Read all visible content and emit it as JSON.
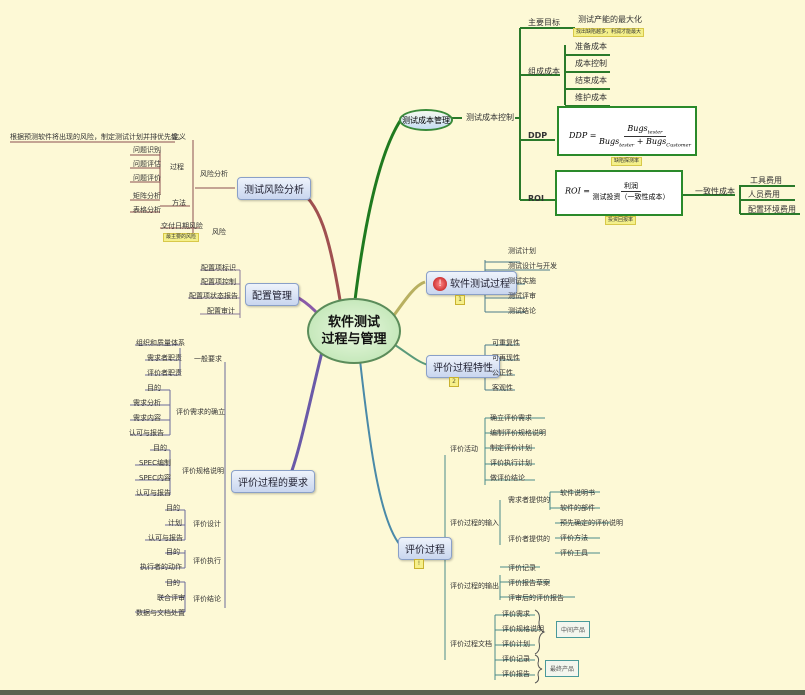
{
  "center": {
    "line1": "软件测试",
    "line2": "过程与管理"
  },
  "cost": {
    "title": "测试成本管理",
    "control": "测试成本控制",
    "goal_label": "主要目标",
    "goal_value": "测试产能的最大化",
    "goal_tag": "找出缺陷越多，利润才能最大",
    "composition_label": "组成成本",
    "composition_items": [
      "准备成本",
      "成本控制",
      "结束成本",
      "维护成本"
    ],
    "ddp_label": "DDP",
    "ddp_formula": {
      "lhs": "DDP =",
      "num": "Bugs",
      "num_sub": "tester",
      "den1": "Bugs",
      "den1_sub": "tester",
      "den2": "Bugs",
      "den2_sub": "Customer"
    },
    "ddp_tag": "缺陷探测率",
    "roi_label": "ROI",
    "roi_formula": {
      "lhs": "ROI =",
      "num": "利润",
      "den": "测试投资（一致性成本）"
    },
    "roi_tag": "投资回报率",
    "consistency_label": "一致性成本",
    "consistency_items": [
      "工具费用",
      "人员费用",
      "配置环境费用"
    ]
  },
  "risk": {
    "title": "测试风险分析",
    "analysis_label": "风险分析",
    "definition_text": "根据预测软件将出现的风险，制定测试计划并排优先级。",
    "definition_label": "定义",
    "process_label": "过程",
    "process_items": [
      "问题识别",
      "问题评估",
      "问题评价"
    ],
    "method_label": "方法",
    "method_items": [
      "矩阵分析",
      "表格分析"
    ],
    "risk_label": "风险",
    "risk_item": "交付日期风险",
    "risk_tag": "最主要的风险"
  },
  "config": {
    "title": "配置管理",
    "items": [
      "配置项标识",
      "配置项控制",
      "配置项状态报告",
      "配置审计"
    ]
  },
  "process": {
    "title": "软件测试过程",
    "marker": "1",
    "icon": "!",
    "items": [
      "测试计划",
      "测试设计与开发",
      "测试实施",
      "测试评审",
      "测试结论"
    ]
  },
  "traits": {
    "title": "评价过程特性",
    "marker": "2",
    "items": [
      "可重复性",
      "可再现性",
      "公正性",
      "客观性"
    ]
  },
  "requirements": {
    "title": "评价过程的要求",
    "groups": [
      {
        "label": "一般要求",
        "items": [
          "组织和质量体系",
          "需求者职责",
          "评价者职责"
        ]
      },
      {
        "label": "评价需求的确立",
        "items": [
          "目的",
          "需求分析",
          "需求内容",
          "认可与报告"
        ]
      },
      {
        "label": "评价规格说明",
        "items": [
          "目的",
          "SPEC编制",
          "SPEC内容",
          "认可与报告"
        ]
      },
      {
        "label": "评价设计",
        "items": [
          "目的",
          "计划",
          "认可与报告"
        ]
      },
      {
        "label": "评价执行",
        "items": [
          "目的",
          "执行者的动作"
        ]
      },
      {
        "label": "评价结论",
        "items": [
          "目的",
          "联合评审",
          "数据与文档处置"
        ]
      }
    ]
  },
  "eval": {
    "title": "评价过程",
    "marker": "!",
    "activities_label": "评价活动",
    "activities": [
      "确立评价需求",
      "编制评价规格说明",
      "制定评价计划",
      "评价执行计划",
      "做评价结论"
    ],
    "input_label": "评价过程的输入",
    "requester_label": "需求者提供的",
    "requester_items": [
      "软件说明书",
      "软件的部件"
    ],
    "evaluator_label": "评价者提供的",
    "evaluator_items": [
      "预先确定的评价说明",
      "评价方法",
      "评价工具"
    ],
    "output_label": "评价过程的输出",
    "output_items": [
      "评价记录",
      "评价报告草案",
      "评审后的评价报告"
    ],
    "docs_label": "评价过程文档",
    "docs_items": [
      "评价需求",
      "评价规格说明",
      "评价计划",
      "评价记录",
      "评价报告"
    ],
    "mid_products": "中间产品",
    "final_products": "最终产品"
  }
}
